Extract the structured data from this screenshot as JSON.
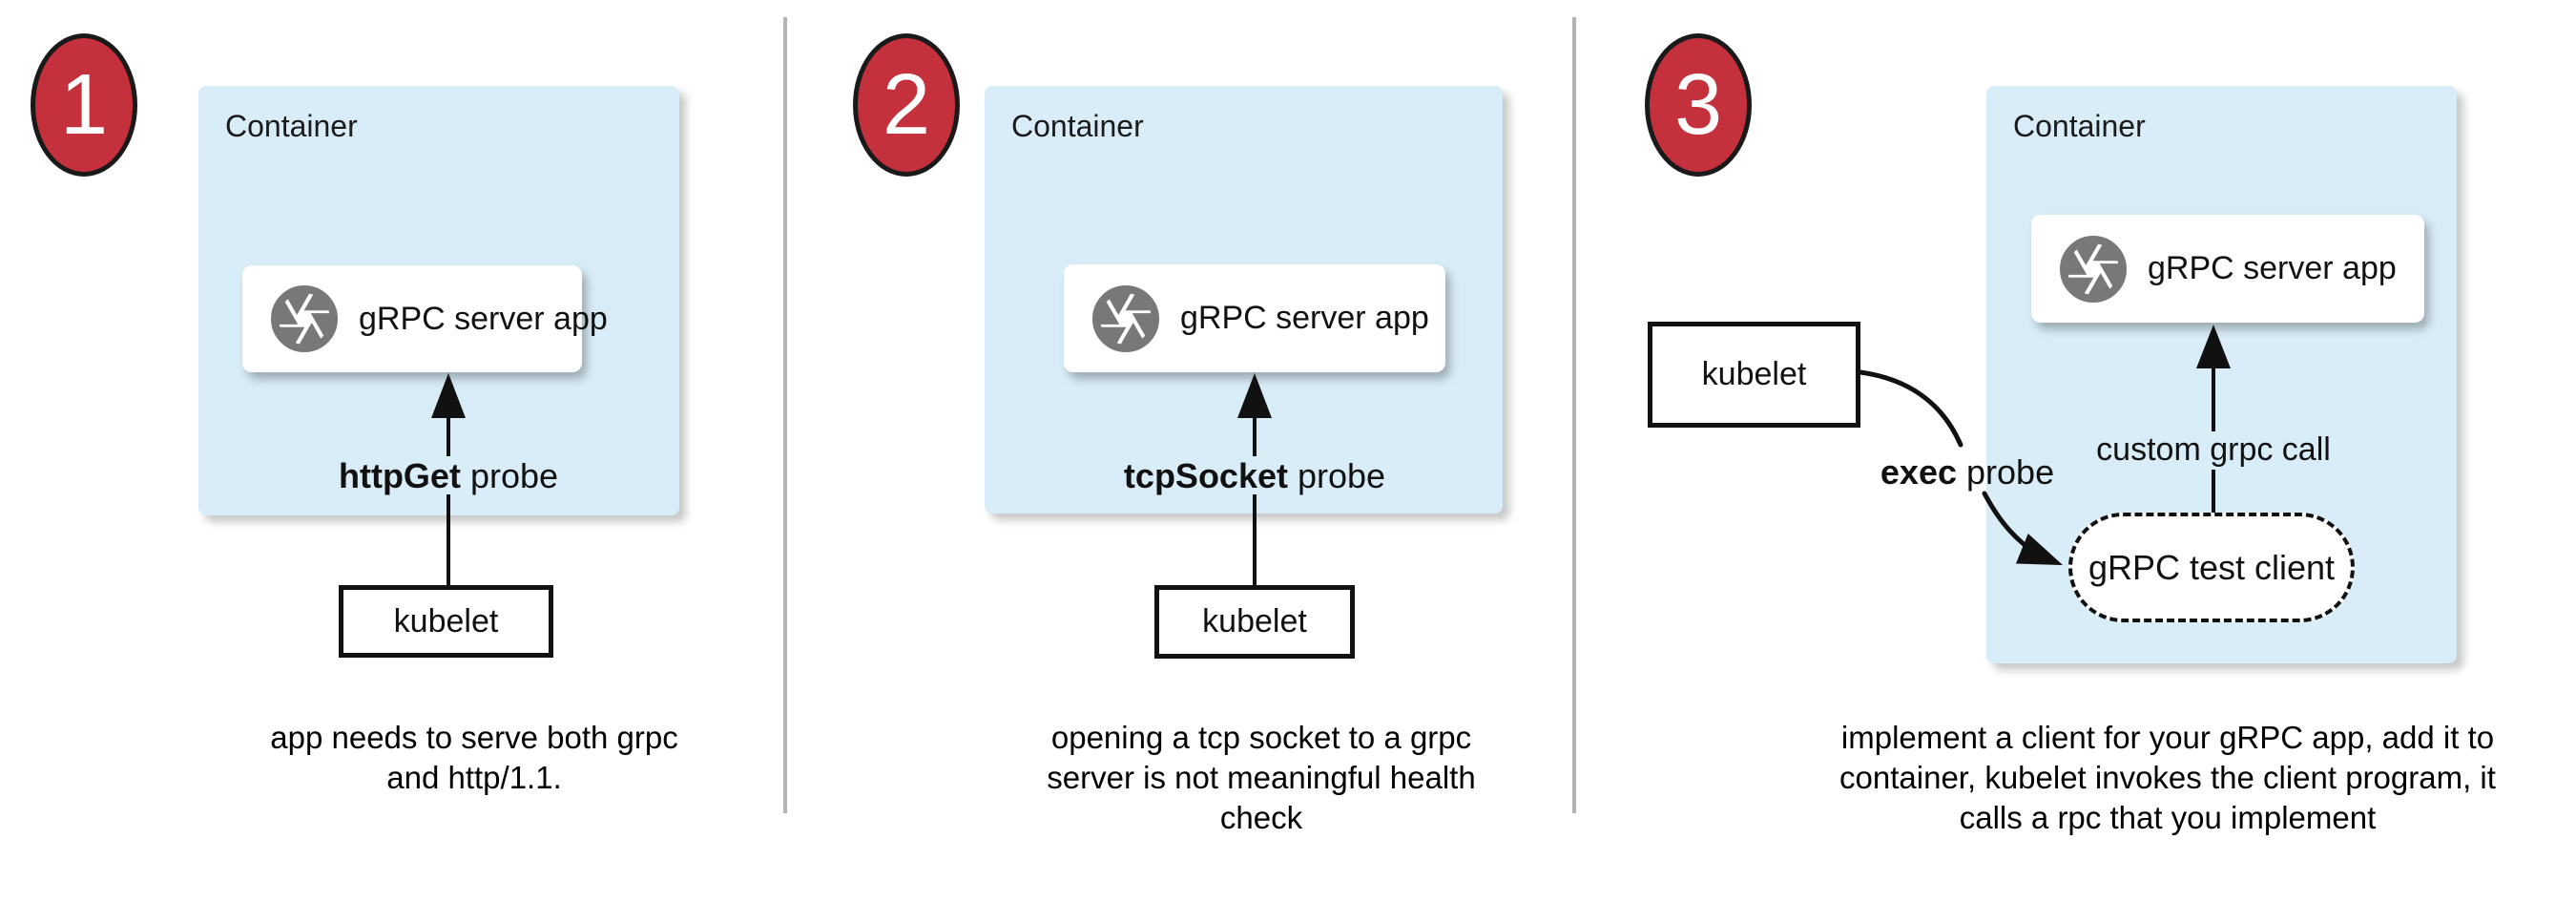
{
  "colors": {
    "container_fill": "#d9edf8",
    "badge_red": "#c5303d",
    "icon_gray": "#787878",
    "divider_gray": "#b3b3b3",
    "arrow_black": "#111111"
  },
  "panels": [
    {
      "badge": "1",
      "container_label": "Container",
      "app_label": "gRPC server app",
      "probe_bold": "httpGet",
      "probe_rest": " probe",
      "kubelet_label": "kubelet",
      "caption": "app needs to serve both grpc and http/1.1."
    },
    {
      "badge": "2",
      "container_label": "Container",
      "app_label": "gRPC server app",
      "probe_bold": "tcpSocket",
      "probe_rest": " probe",
      "kubelet_label": "kubelet",
      "caption": "opening a tcp socket to a grpc server is not meaningful health check"
    },
    {
      "badge": "3",
      "container_label": "Container",
      "app_label": "gRPC server app",
      "probe_bold": "exec",
      "probe_rest": " probe",
      "kubelet_label": "kubelet",
      "custom_call_label": "custom grpc call",
      "test_client_label": "gRPC test client",
      "caption": "implement a client for your gRPC app, add it to container, kubelet invokes the client program, it calls a rpc that you implement"
    }
  ]
}
